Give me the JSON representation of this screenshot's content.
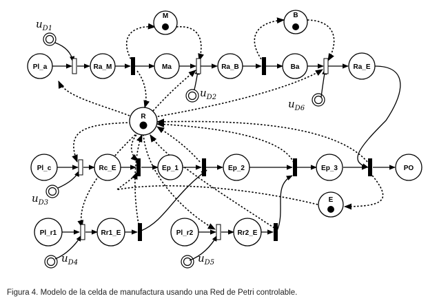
{
  "places": {
    "M": "M",
    "B": "B",
    "Pl_a": "Pl_a",
    "Ra_M": "Ra_M",
    "Ma": "Ma",
    "Ra_B": "Ra_B",
    "Ba": "Ba",
    "Ra_E": "Ra_E",
    "R": "R",
    "Pl_c": "Pl_c",
    "Rc_E": "Rc_E",
    "Ep_1": "Ep_1",
    "Ep_2": "Ep_2",
    "Ep_3": "Ep_3",
    "PO": "PO",
    "E": "E",
    "Pl_r1": "Pl_r1",
    "Rr1_E": "Rr1_E",
    "Pl_r2": "Pl_r2",
    "Rr2_E": "Rr2_E"
  },
  "control_inputs": [
    {
      "id": "uD1",
      "base": "u",
      "sub": "D1"
    },
    {
      "id": "uD2",
      "base": "u",
      "sub": "D2"
    },
    {
      "id": "uD3",
      "base": "u",
      "sub": "D3"
    },
    {
      "id": "uD4",
      "base": "u",
      "sub": "D4"
    },
    {
      "id": "uD5",
      "base": "u",
      "sub": "D5"
    },
    {
      "id": "uD6",
      "base": "u",
      "sub": "D6"
    }
  ],
  "caption": "Figura 4. Modelo de la celda de manufactura usando una Red de Petri controlable."
}
